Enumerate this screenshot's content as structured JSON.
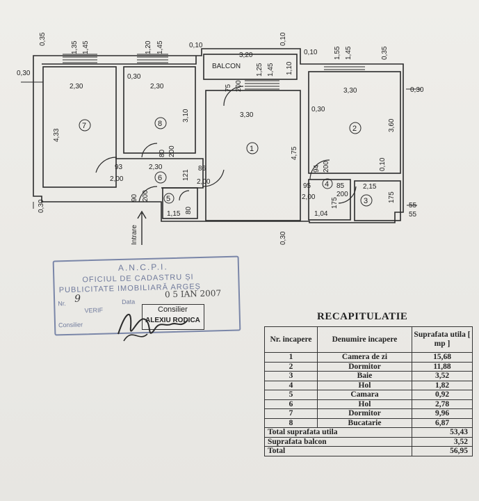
{
  "plan": {
    "dims": {
      "t035a": "0,35",
      "t135": "1,35",
      "t145a": "1,45",
      "t120": "1,20",
      "t145b": "1,45",
      "t010a": "0,10",
      "t320": "3,20",
      "t010b": "0,10",
      "t010c": "0,10",
      "t155": "1,55",
      "t145c": "1,45",
      "t035b": "0,35",
      "l030": "0,30",
      "w230a": "2,30",
      "w030a": "0,30",
      "w230b": "2,30",
      "h433": "4,33",
      "h310": "3,10",
      "balcon": "BALCON",
      "b125": "1,25",
      "b145": "1,45",
      "b110": "1,10",
      "b075": "75",
      "b200": "200",
      "w330a": "3,30",
      "w330b": "3,30",
      "r030": "0,30",
      "w030b": "0,30",
      "h360": "3,60",
      "h475": "4,75",
      "h010": "0,10",
      "d80": "80",
      "d200a": "200",
      "d93": "93",
      "w230c": "2,30",
      "d200b": "2,00",
      "d121": "121",
      "d86": "86",
      "d200c": "2,00",
      "d94": "94",
      "d200d": "200",
      "d95": "95",
      "d200e": "2,00",
      "d85": "85",
      "d200f": "200",
      "w215": "2,15",
      "d175a": "175",
      "d175b": "175",
      "d90": "90",
      "d200g": "200",
      "w115": "1,15",
      "d80b": "80",
      "w104": "1,04",
      "l030b": "0,30",
      "b030": "0,30",
      "s55a": "55",
      "s55b": "55",
      "intrare": "Intrare"
    },
    "rooms": {
      "r1": "1",
      "r2": "2",
      "r3": "3",
      "r4": "4",
      "r5": "5",
      "r6": "6",
      "r7": "7",
      "r8": "8"
    }
  },
  "stamp": {
    "line1": "A.N.C.P.I.",
    "line2": "OFICIUL DE CADASTRU ȘI",
    "line3": "PUBLICITATE IMOBILIARĂ ARGEȘ",
    "nr_label": "Nr.",
    "nr_value": "9",
    "data_label": "Data",
    "date_value": "0 5 IAN 2007",
    "verif_label": "VERIF",
    "consilier_label": "Consilier",
    "consilier_box_title": "Consilier",
    "consilier_name": "ALEXIU RODICA"
  },
  "recap": {
    "title": "RECAPITULATIE",
    "headers": [
      "Nr. incapere",
      "Denumire incapere",
      "Suprafata utila [ mp ]"
    ],
    "rows": [
      {
        "nr": "1",
        "name": "Camera de zi",
        "area": "15,68"
      },
      {
        "nr": "2",
        "name": "Dormitor",
        "area": "11,88"
      },
      {
        "nr": "3",
        "name": "Baie",
        "area": "3,52"
      },
      {
        "nr": "4",
        "name": "Hol",
        "area": "1,82"
      },
      {
        "nr": "5",
        "name": "Camara",
        "area": "0,92"
      },
      {
        "nr": "6",
        "name": "Hol",
        "area": "2,78"
      },
      {
        "nr": "7",
        "name": "Dormitor",
        "area": "9,96"
      },
      {
        "nr": "8",
        "name": "Bucatarie",
        "area": "6,87"
      }
    ],
    "totals": [
      {
        "label": "Total suprafata utila",
        "value": "53,43"
      },
      {
        "label": "Suprafata balcon",
        "value": "3,52"
      },
      {
        "label": "Total",
        "value": "56,95"
      }
    ]
  }
}
